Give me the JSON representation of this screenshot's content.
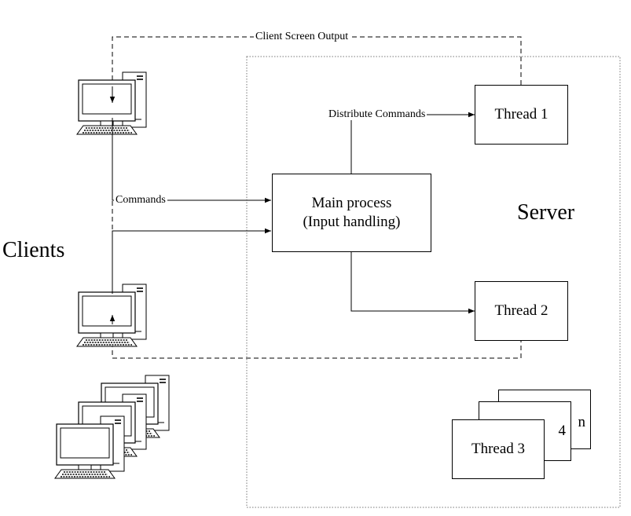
{
  "labels": {
    "clients": "Clients",
    "server": "Server",
    "client_screen_output": "Client Screen Output",
    "distribute_commands": "Distribute Commands",
    "commands": "Commands"
  },
  "nodes": {
    "main_process_line1": "Main process",
    "main_process_line2": "(Input handling)",
    "thread1": "Thread 1",
    "thread2": "Thread 2",
    "thread3": "Thread 3",
    "thread4": "4",
    "thread_n": "n"
  },
  "icons": {
    "client_computer": "desktop-computer-icon"
  },
  "colors": {
    "stroke": "#000000",
    "server_border": "#777777",
    "background": "#ffffff"
  }
}
